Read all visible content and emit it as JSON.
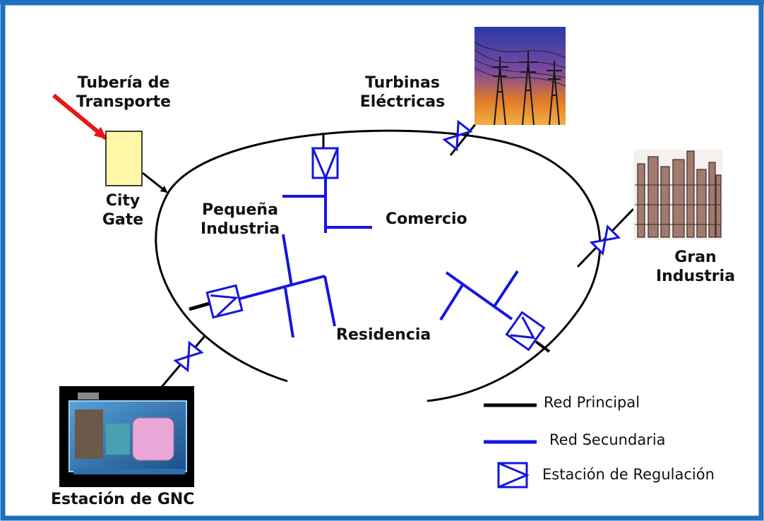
{
  "labels": {
    "transport_line1": "Tubería de",
    "transport_line2": "Transporte",
    "city_gate_line1": "City",
    "city_gate_line2": "Gate",
    "turbines_line1": "Turbinas",
    "turbines_line2": "Eléctricas",
    "small_industry_line1": "Pequeña",
    "small_industry_line2": "Industria",
    "commerce": "Comercio",
    "large_industry_line1": "Gran",
    "large_industry_line2": "Industria",
    "residence": "Residencia",
    "cng_station": "Estación de GNC"
  },
  "legend": {
    "main_network": "Red Principal",
    "secondary_network": "Red Secundaria",
    "regulation_station": "Estación de Regulación"
  },
  "colors": {
    "frame": "#1f6fbf",
    "main_network": "#000000",
    "secondary_network": "#1515e0",
    "arrow": "#e8151b",
    "city_gate_fill": "#fff7a8"
  }
}
